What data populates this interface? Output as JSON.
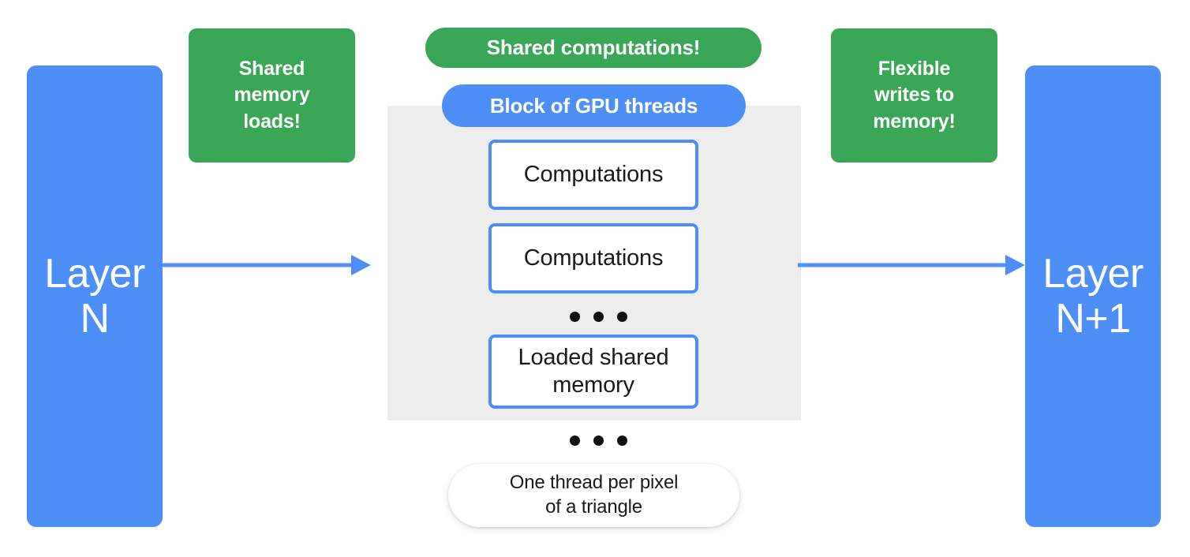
{
  "diagram": {
    "colors": {
      "blue": "#4e8ef7",
      "green": "#3aa757",
      "gray_container": "#ededed",
      "text_dark": "#1a1a1a",
      "white": "#ffffff"
    },
    "layers": {
      "input": "Layer\nN",
      "output": "Layer\nN+1"
    },
    "callouts": {
      "shared_memory_loads": "Shared\nmemory\nloads!",
      "shared_computations": "Shared computations!",
      "flexible_writes": "Flexible\nwrites to\nmemory!"
    },
    "block": {
      "title": "Block of GPU threads",
      "threads": [
        "Computations",
        "Computations",
        "Loaded shared\nmemory"
      ],
      "inner_ellipsis": "• • •",
      "outer_ellipsis": "• • •"
    },
    "caption": "One thread per pixel\nof a triangle",
    "arrows": {
      "left_to_block": "arrow-right",
      "block_to_right": "arrow-right"
    }
  }
}
